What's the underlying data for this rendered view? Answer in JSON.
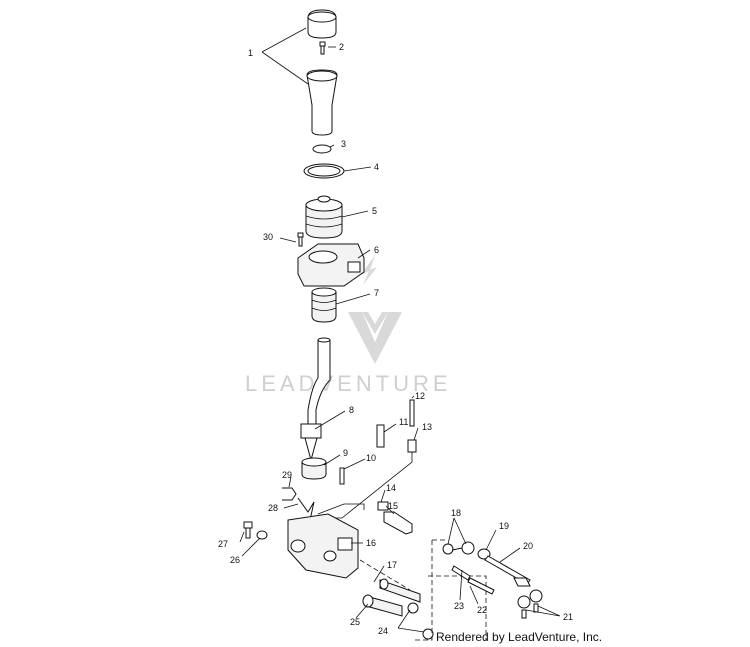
{
  "watermark": {
    "brand": "LEADVENTURE"
  },
  "credit": "Rendered by LeadVenture, Inc.",
  "callouts": [
    "1",
    "2",
    "3",
    "4",
    "5",
    "6",
    "7",
    "8",
    "9",
    "10",
    "11",
    "12",
    "13",
    "14",
    "15",
    "16",
    "17",
    "18",
    "19",
    "20",
    "21",
    "22",
    "23",
    "24",
    "25",
    "26",
    "27",
    "28",
    "29",
    "30"
  ]
}
